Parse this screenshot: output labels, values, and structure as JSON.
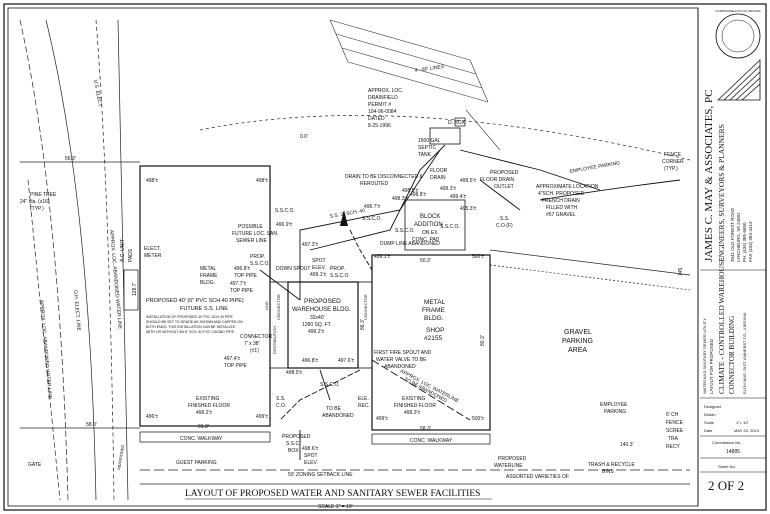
{
  "drawing": {
    "title": "LAYOUT OF PROPOSED WATER AND SANITARY SEWER FACILITIES",
    "scale": "SCALE 1\" = 10'",
    "labels": {
      "approx_loc_drainfield": "APPROX. LOC.",
      "drainfield": "DRAINFIELD",
      "permit": "PERMIT #",
      "permit_no": "104-96-0084",
      "dated": "DATED",
      "date": "8-25-1996",
      "lines": "4 - 80' LINES",
      "d_box": "D. BOX",
      "gal_septic": "1500 GAL",
      "septic": "SEPTIC",
      "tank": "TANK",
      "floor_drain": "PROPOSED",
      "floor_drain2": "FLOOR DRAIN",
      "floor_drain3": "OUTLET",
      "employee_parking_top": "EMPLOYEE PARKING",
      "fence_corner": "FENCE",
      "fence_corner2": "CORNER",
      "fence_corner3": "(TYP.)",
      "dim_56": "56.9'",
      "pine_tree": "PINE TREE",
      "pine_tree2": "24\" dia. (x16)",
      "pine_tree3": "(TYP.)",
      "oh_elect_line": "O.H. ELECT. LINE",
      "us_elect": "U.S. ELECT.",
      "approx_water_line_left": "APPROX. LOC. ABANDONED WATER LINE",
      "approx_water_line_left2": "APPROX. LOC. ABANDONED WATER LINE",
      "elect_meter": "ELECT.",
      "elect_meter2": "METER",
      "ac_unit": "A.C. UNIT",
      "ac_unit2": "PADS",
      "metal_frame_left": "METAL",
      "metal_frame_left2": "FRAME",
      "metal_frame_left3": "BLDG.",
      "possible": "POSSIBLE",
      "possible2": "FUTURE LOC. SAN.",
      "possible3": "SEWER LINE",
      "top_pipe": "496.8'±",
      "top_pipe2": "TOP PIPE",
      "top_pipe3": "497.7'±",
      "top_pipe4": "TOP PIPE",
      "proposed_pvc": "PROPOSED 40' (6\" PVC SCH 40 PIPE)",
      "future_ss": "FUTURE S.S. LINE",
      "install_note": "INSTALLATION OF PROPOSED 40' PVC SCH 40 PIPE",
      "install_note2": "SHOULD BE SET TO GRADE AS SHOWN AND CAPPED ON",
      "install_note3": "BOTH ENDS. THIS INSTALLATION CAN BE INSTALLED",
      "install_note4": "WITH OR WITHOUT AN 8\" SCH. 40 PVC CASING PIPE",
      "connector": "CONNECTOR",
      "connector2": "7' x 38'",
      "connector3": "(±1)",
      "top_pipe5": "497.4'±",
      "top_pipe6": "TOP PIPE",
      "proposed_warehouse": "PROPOSED",
      "proposed_warehouse2": "WAREHOUSE BLDG.",
      "proposed_warehouse3": "32x40'",
      "proposed_warehouse4": "1280 SQ. FT.",
      "proposed_warehouse5": "499.2'±",
      "spot_elev": "SPOT",
      "spot_elev2": "ELEV.",
      "spot_elev3": "499.1'±",
      "downspout": "DOWN SPOUT",
      "prop_ssco": "PROP.",
      "prop_ssco2": "S.S.C.O.",
      "ss_label": "S.S. 3\" SCH. 40",
      "drain_disconnect": "DRAIN TO BE DISCONNECTED &",
      "drain_disconnect2": "REROUTED",
      "block_addition": "BLOCK",
      "block_addition2": "ADDITION",
      "block_addition3": "ON EX.",
      "block_addition4": "CONC. PAD",
      "dump_line": "DUMP LINE ABANDONED",
      "approx_loc_pipe": "APPROXIMATE LOCATION",
      "approx_loc_pipe2": "4\"SCH. PROPOSED",
      "approx_loc_pipe3": "FRENCH DRAIN",
      "approx_loc_pipe4": "FILLED WITH",
      "approx_loc_pipe5": "#57 GRAVEL",
      "ss_co": "S.S.",
      "ss_co2": "C.O.(F)",
      "dim_50": "50.3'",
      "metal_frame_shop": "METAL",
      "metal_frame_shop2": "FRAME",
      "metal_frame_shop3": "BLDG.",
      "metal_frame_shop4": "SHOP",
      "metal_frame_shop5": "#2155",
      "gravel_parking": "GRAVEL",
      "gravel_parking2": "PARKING",
      "gravel_parking3": "AREA",
      "first_fire": "FIRST FIRE SPOUT AND",
      "first_fire2": "WATER VALVE TO BE",
      "first_fire3": "ABANDONED",
      "approx_waterline": "APPROX. LOC. WATERLINE",
      "approx_waterline2": "TO BE ABANDONED",
      "to_be_abandoned": "TO BE",
      "to_be_abandoned2": "ABANDONED",
      "existing_floor_left": "EXISTING",
      "existing_floor_left2": "FINISHED FLOOR",
      "existing_floor_left3": "499.2'±",
      "existing_floor_right": "EXISTING",
      "existing_floor_right2": "FINISHED FLOOR",
      "existing_floor_right3": "499.3'±",
      "ele_rec": "ELE.",
      "ele_rec2": "REC.",
      "ss_co_lower": "S.S.",
      "ss_co_lower2": "C.O.",
      "conc_walkway_left": "CONC. WALKWAY",
      "conc_walkway_right": "CONC. WALKWAY",
      "dim_61": "61.3'",
      "dim_58l": "58.0'",
      "dim_58r": "58.3'",
      "dim_140": "140.3'",
      "dim_128": "128.7'",
      "dim_86": "86.3'",
      "dim_80": "80.3'",
      "employee_parking": "EMPLOYEE",
      "employee_parking2": "PARKING",
      "proposed_mtr": "PROPOSED",
      "proposed_mtr2": "S.S.C.",
      "proposed_mtr3": "BOX",
      "spot_elev_b": "498.6'±",
      "spot_elev_b2": "SPOT",
      "spot_elev_b3": "ELEV.",
      "guest_parking": "GUEST PARKING",
      "gate": "GATE",
      "setback": "50' ZONING SETBACK LINE",
      "proposed_waterline": "PROPOSED",
      "proposed_waterline2": "WATERLINE",
      "trash": "TRASH & RECYCLE",
      "trash2": "BINS",
      "assorted": "ASSORTED VARIETIES OF",
      "fence_right": "6' CH",
      "fence_right2": "FENCE",
      "fence_right3": "SCREE",
      "fence_right4": "TRA",
      "fence_right5": "RECY",
      "dim_145": "145",
      "elev_498": "498'±",
      "elev_498b": "498'±",
      "elev_498c": "499'±",
      "elev_499": "499'±",
      "elev_500": "500'±",
      "elev_500b": "500'±",
      "elev_4991": "499.1'±",
      "elev_4973": "497.3'±",
      "elev_4983": "498.3'±",
      "elev_4985": "498.5'±",
      "elev_4969": "496.9'±",
      "elev_4993": "499.3'±",
      "elev_4994": "499.4'±",
      "elev_4995": "499.5'±",
      "elev_4976": "497.6'±",
      "elev_4968": "496.8'±",
      "elev_4980": "498.0'±",
      "elev_4953": "495.3'±",
      "elev_4967": "496.7'±",
      "elev_496": "496'±",
      "elev_4988": "498.8'±",
      "ssco_a": "S.S.C.O.",
      "ssco_b": "S.S.C.O.",
      "ssco_c": "S.S.C.O.",
      "ssco_d": "S.S.C.O.",
      "ssco_e": "S.S.C.O.",
      "prop_label": "PROP.",
      "prop_label2": "S.S.C.O.",
      "floor_drain_pipe": "FLOOR",
      "floor_drain_pipe2": "DRAIN",
      "road_top": "0.0'",
      "connector_vert": "CONNECTOR",
      "connector_vert2": "CONNECTOR",
      "abandoned_vert": "ABANDONED",
      "line_vert": "LINE",
      "dist_vert": "DISTRIBUTION"
    }
  },
  "title_block": {
    "firm_line1": "JAMES C. MAY & ASSOCIATES, PC",
    "firm_line2": "ENGINEERS, SURVEYORS & PLANNERS",
    "address1": "3041 OLD FOREST ROAD",
    "address2": "LYNCHBURG, VA 24501",
    "address3": "PH. (434) 385-6650",
    "address4": "FAX (434) 384-4413",
    "seal_text": "COMMONWEALTH OF VIRGINIA",
    "project1": "WATER AND SANITARY SEWER UTILITY",
    "project2": "LAYOUT FOR PROPOSED",
    "project3": "CLIMATE - CONTROLLED WAREHOUSE",
    "project4": "CONNECTOR BUILDING",
    "project5": "ELON MAG. DIST.          AMHERST CO., VIRGINIA",
    "designed_label": "Designed",
    "drawn_label": "Drawn",
    "scale_label": "Scale",
    "scale_value": "1\"= 10'",
    "date_label": "Date",
    "date_value": "MAY 25, 2014",
    "commission_label": "Commission No.",
    "commission_value": "14885",
    "sheet_label": "Sheet No.",
    "sheet_value": "2 OF 2"
  }
}
